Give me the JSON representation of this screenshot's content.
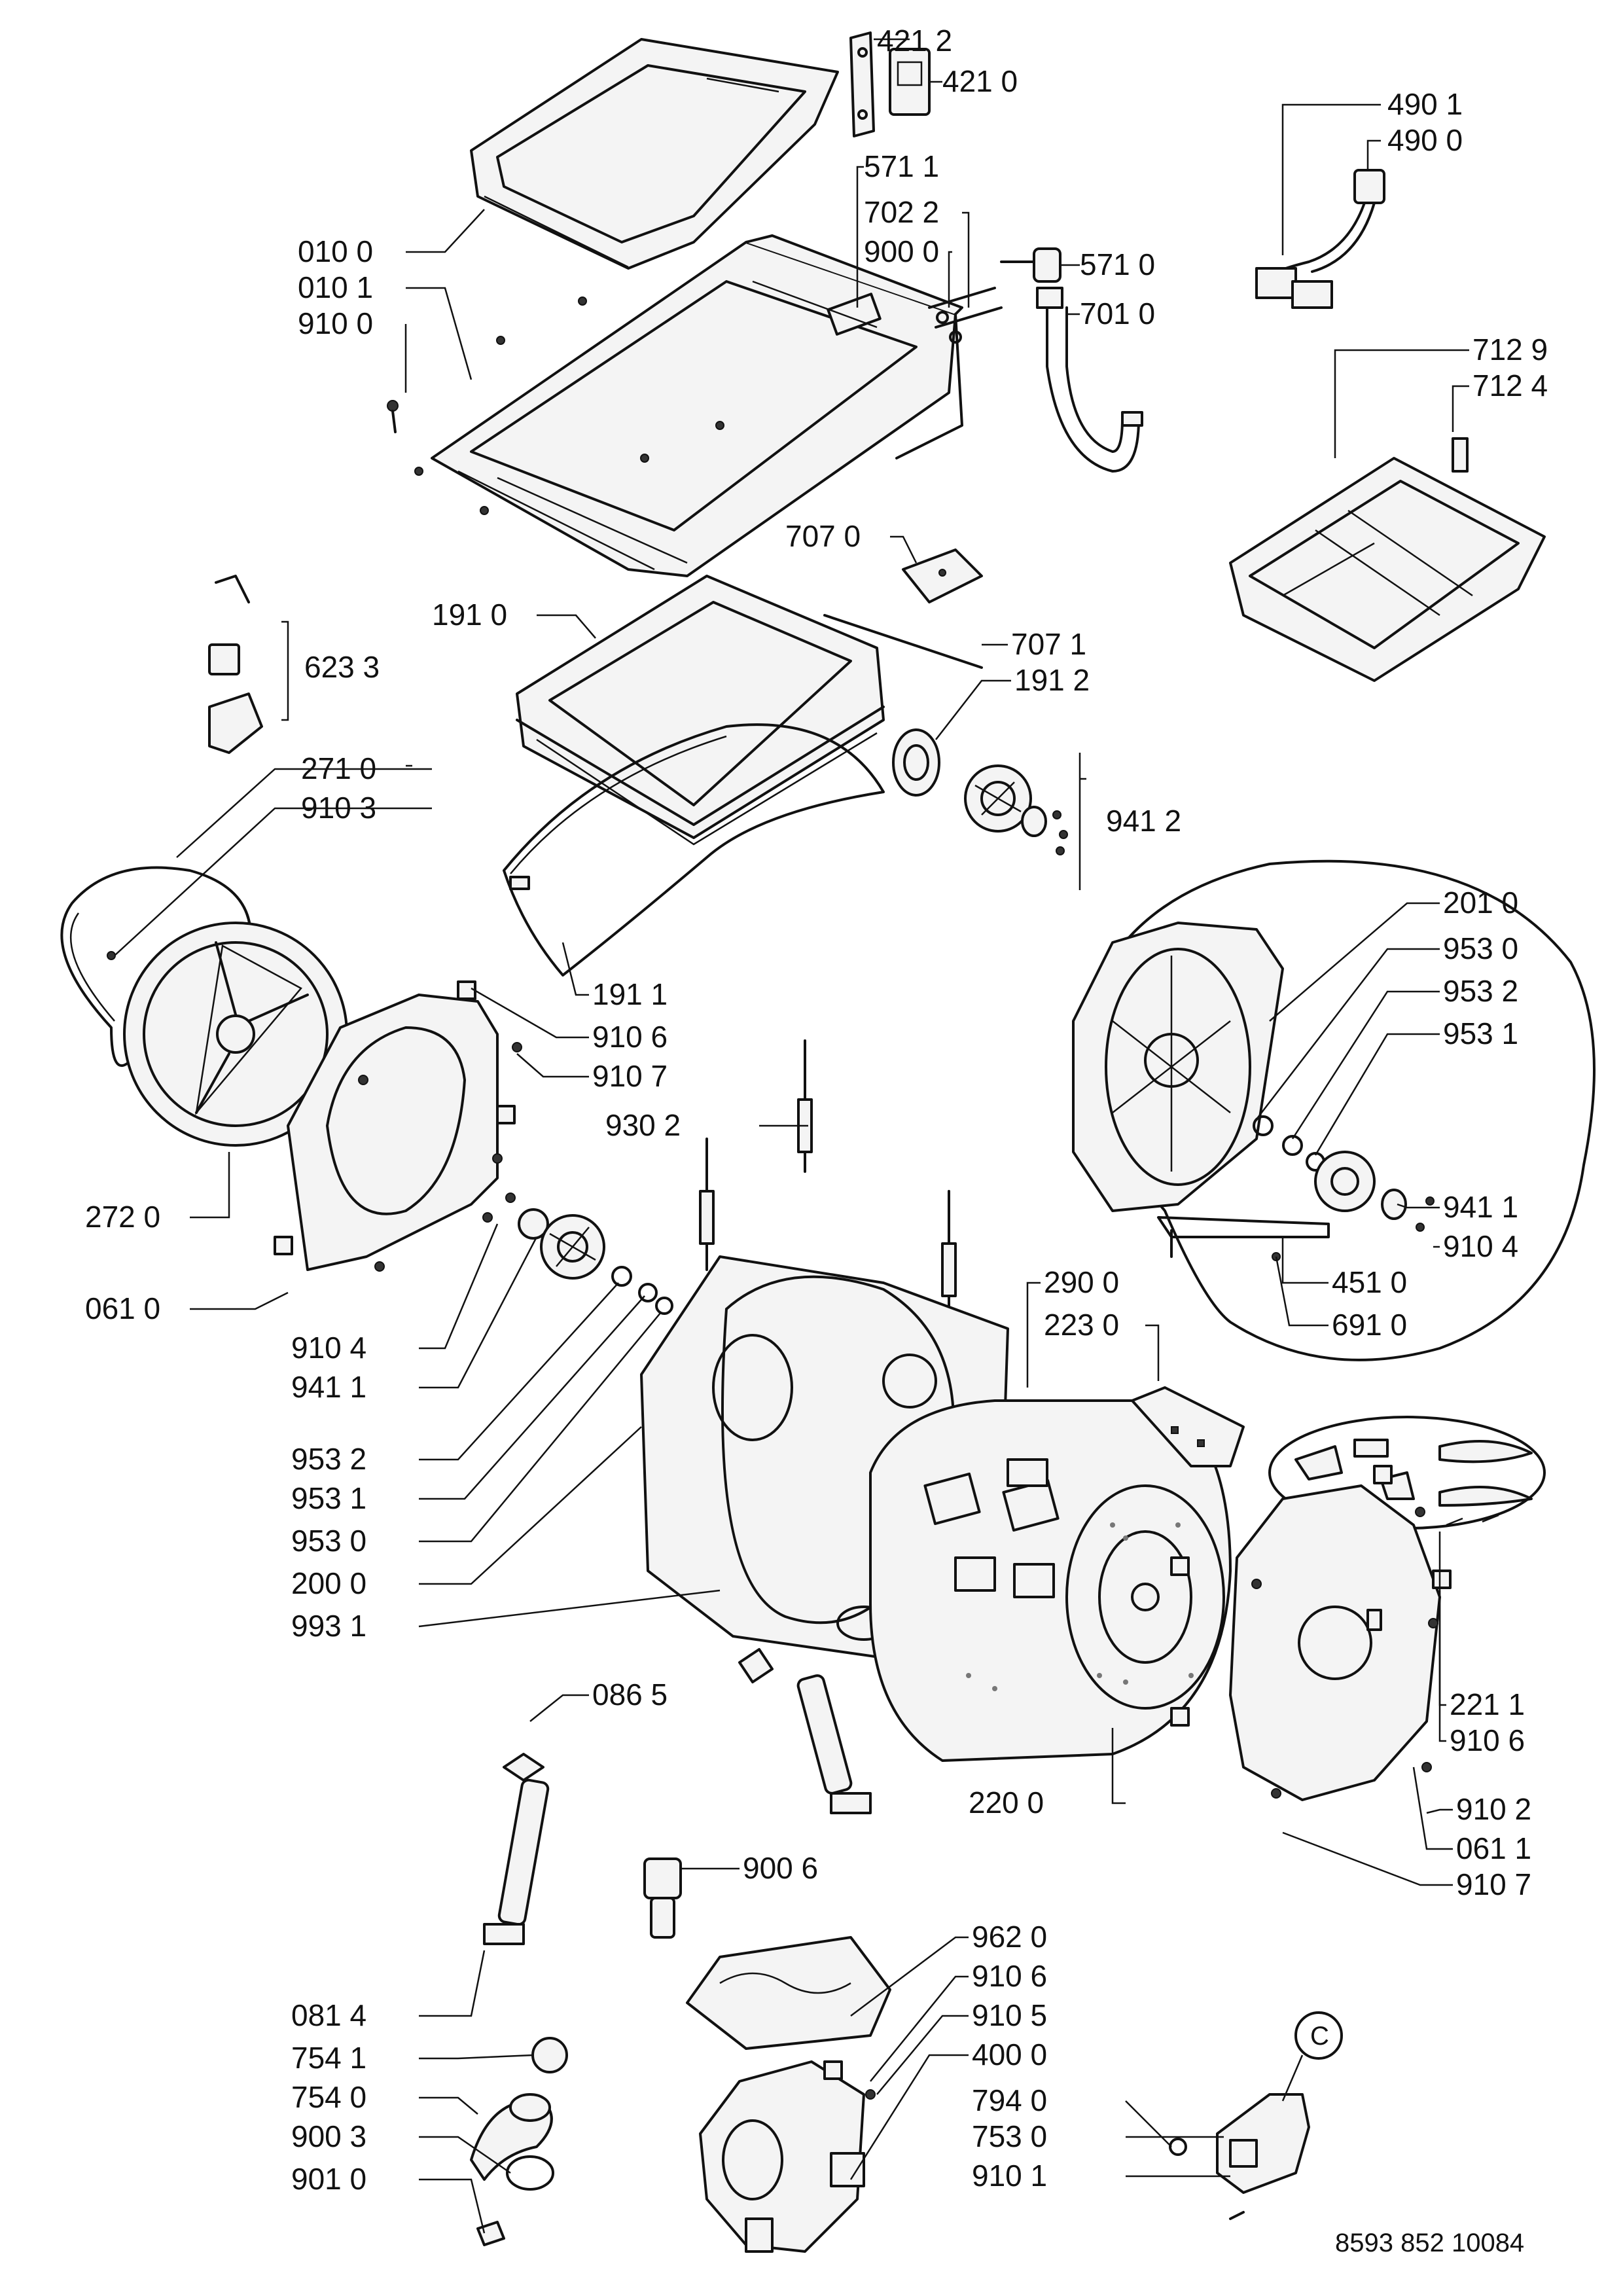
{
  "labels": [
    {
      "id": "l-4212",
      "text": "421 2"
    },
    {
      "id": "l-4210",
      "text": "421 0"
    },
    {
      "id": "l-4901",
      "text": "490 1"
    },
    {
      "id": "l-4900",
      "text": "490 0"
    },
    {
      "id": "l-5711",
      "text": "571 1"
    },
    {
      "id": "l-7022",
      "text": "702 2"
    },
    {
      "id": "l-9000",
      "text": "900 0"
    },
    {
      "id": "l-5710",
      "text": "571 0"
    },
    {
      "id": "l-0100",
      "text": "010 0"
    },
    {
      "id": "l-0101",
      "text": "010 1"
    },
    {
      "id": "l-9100",
      "text": "910 0"
    },
    {
      "id": "l-7010",
      "text": "701 0"
    },
    {
      "id": "l-7129",
      "text": "712 9"
    },
    {
      "id": "l-7124",
      "text": "712 4"
    },
    {
      "id": "l-7070",
      "text": "707 0"
    },
    {
      "id": "l-1910",
      "text": "191 0"
    },
    {
      "id": "l-7071",
      "text": "707 1"
    },
    {
      "id": "l-6233",
      "text": "623 3"
    },
    {
      "id": "l-1912",
      "text": "191 2"
    },
    {
      "id": "l-2710",
      "text": "271 0"
    },
    {
      "id": "l-9103",
      "text": "910 3"
    },
    {
      "id": "l-9412",
      "text": "941 2"
    },
    {
      "id": "l-2010",
      "text": "201 0"
    },
    {
      "id": "l-9530r",
      "text": "953 0"
    },
    {
      "id": "l-9532r",
      "text": "953 2"
    },
    {
      "id": "l-9531r",
      "text": "953 1"
    },
    {
      "id": "l-1911",
      "text": "191 1"
    },
    {
      "id": "l-9106a",
      "text": "910 6"
    },
    {
      "id": "l-9107a",
      "text": "910 7"
    },
    {
      "id": "l-9302",
      "text": "930 2"
    },
    {
      "id": "l-9411r",
      "text": "941 1"
    },
    {
      "id": "l-9104r",
      "text": "910 4"
    },
    {
      "id": "l-2720",
      "text": "272 0"
    },
    {
      "id": "l-4510",
      "text": "451 0"
    },
    {
      "id": "l-0610",
      "text": "061 0"
    },
    {
      "id": "l-2900",
      "text": "290 0"
    },
    {
      "id": "l-6910",
      "text": "691 0"
    },
    {
      "id": "l-9104l",
      "text": "910 4"
    },
    {
      "id": "l-2230",
      "text": "223 0"
    },
    {
      "id": "l-9411l",
      "text": "941 1"
    },
    {
      "id": "l-9532l",
      "text": "953 2"
    },
    {
      "id": "l-9531l",
      "text": "953 1"
    },
    {
      "id": "l-9530l",
      "text": "953 0"
    },
    {
      "id": "l-2000",
      "text": "200 0"
    },
    {
      "id": "l-9931",
      "text": "993 1"
    },
    {
      "id": "l-0865",
      "text": "086 5"
    },
    {
      "id": "l-2211",
      "text": "221 1"
    },
    {
      "id": "l-9106b",
      "text": "910 6"
    },
    {
      "id": "l-2200",
      "text": "220 0"
    },
    {
      "id": "l-9102",
      "text": "910 2"
    },
    {
      "id": "l-0611",
      "text": "061 1"
    },
    {
      "id": "l-9006",
      "text": "900 6"
    },
    {
      "id": "l-9107b",
      "text": "910 7"
    },
    {
      "id": "l-9620",
      "text": "962 0"
    },
    {
      "id": "l-9106c",
      "text": "910 6"
    },
    {
      "id": "l-0814",
      "text": "081 4"
    },
    {
      "id": "l-9105",
      "text": "910 5"
    },
    {
      "id": "l-7541",
      "text": "754 1"
    },
    {
      "id": "l-4000",
      "text": "400 0"
    },
    {
      "id": "l-7940",
      "text": "794 0"
    },
    {
      "id": "l-7540",
      "text": "754 0"
    },
    {
      "id": "l-7530",
      "text": "753 0"
    },
    {
      "id": "l-9003",
      "text": "900 3"
    },
    {
      "id": "l-9101",
      "text": "910 1"
    },
    {
      "id": "l-9010",
      "text": "901 0"
    }
  ],
  "callout_letter": "C",
  "document_number": "8593 852 10084"
}
